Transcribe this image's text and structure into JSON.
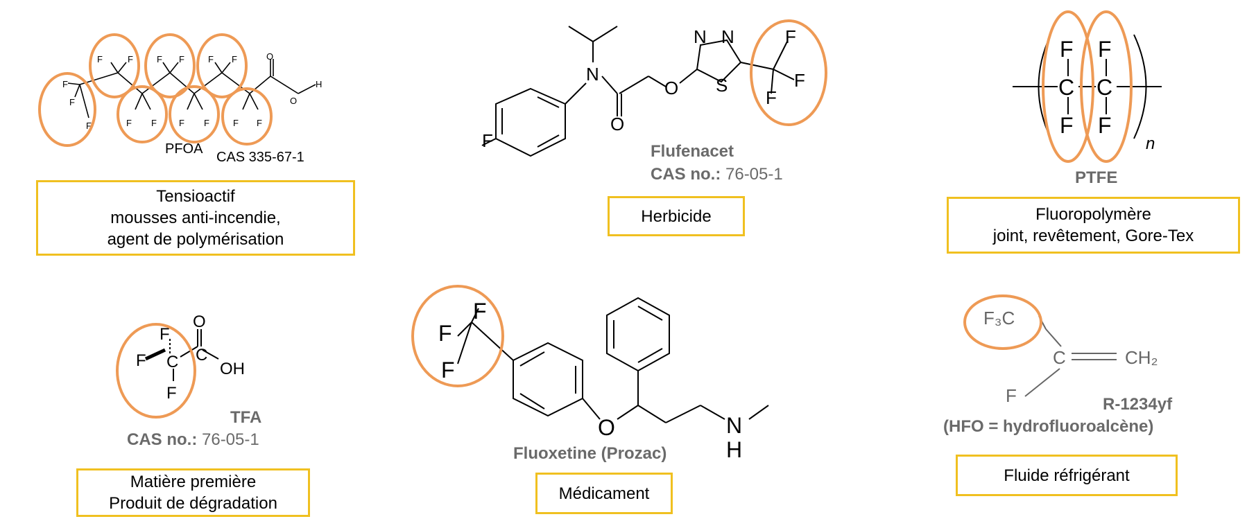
{
  "pfoa": {
    "name": "PFOA",
    "cas": "CAS 335-67-1",
    "box_lines": [
      "Tensioactif",
      "mousses anti-incendie,",
      "agent de polymérisation"
    ]
  },
  "flufenacet": {
    "name": "Flufenacet",
    "cas_label": "CAS no.:",
    "cas_value": " 76-05-1",
    "box_lines": [
      "Herbicide"
    ]
  },
  "ptfe": {
    "name": "PTFE",
    "box_lines": [
      "Fluoropolymère",
      "joint, revêtement, Gore-Tex"
    ]
  },
  "tfa": {
    "name": "TFA",
    "cas_label": "CAS no.:",
    "cas_value": " 76-05-1",
    "box_lines": [
      "Matière première",
      "Produit de dégradation"
    ]
  },
  "fluoxetine": {
    "name": "Fluoxetine (Prozac)",
    "box_lines": [
      "Médicament"
    ]
  },
  "r1234yf": {
    "name": "R-1234yf",
    "subname": "(HFO = hydrofluoroalcène)",
    "box_lines": [
      "Fluide réfrigérant"
    ]
  },
  "atoms": {
    "F": "F",
    "C": "C",
    "O": "O",
    "H": "H",
    "N": "N",
    "S": "S",
    "n": "n",
    "OH": "OH",
    "F3C": "F₃C",
    "CH2": "CH₂"
  },
  "colors": {
    "highlight": "#ee9a55",
    "box_border": "#f0c020",
    "label_gray": "#6a6a6a"
  }
}
